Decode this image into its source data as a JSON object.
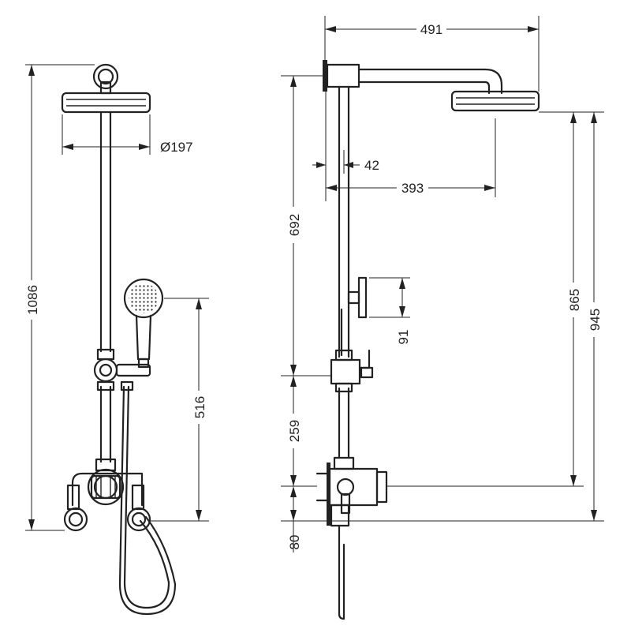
{
  "drawing": {
    "front_view": {
      "overall_height": "1086",
      "head_diameter": "Ø197",
      "handset_height": "516"
    },
    "side_view": {
      "arm_projection": "491",
      "arm_offset": "393",
      "riser_width": "42",
      "riser_length": "692",
      "handset_holder_height": "91",
      "valve_to_slider": "259",
      "valve_height": "80",
      "head_height_from_valve": "865",
      "head_height_total": "945"
    }
  }
}
